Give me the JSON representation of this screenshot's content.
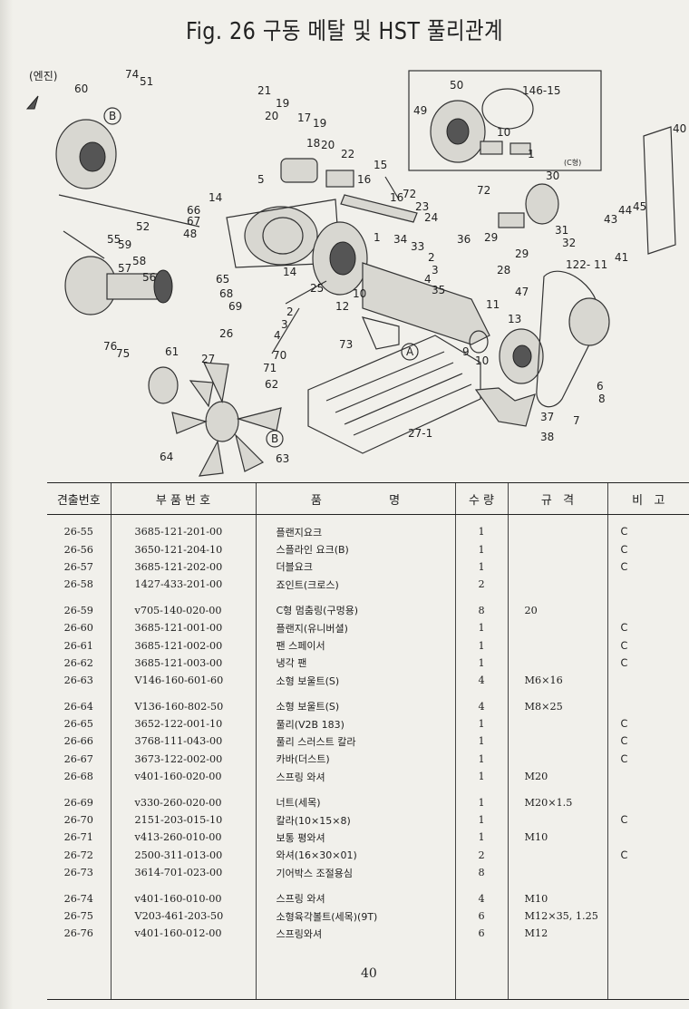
{
  "page": {
    "title": "Fig. 26  구동 메탈 및 HST 풀리관계",
    "page_number": "40"
  },
  "diagram": {
    "labels": {
      "engine": "(엔진)",
      "n60": "60",
      "n74": "74",
      "n51": "51",
      "B1": "B",
      "n21": "21",
      "n19a": "19",
      "n20a": "20",
      "n17": "17",
      "n19b": "19",
      "n18": "18",
      "n20b": "20",
      "n22": "22",
      "n15": "15",
      "n16a": "16",
      "n16b": "16",
      "n72a": "72",
      "n23": "23",
      "n24": "24",
      "n5": "5",
      "n14a": "14",
      "n66": "66",
      "n67": "67",
      "n48": "48",
      "n14b": "14",
      "n52": "52",
      "n55": "55",
      "n59": "59",
      "n57": "57",
      "n58": "58",
      "n56": "56",
      "n65": "65",
      "n68": "68",
      "n69": "69",
      "n25": "25",
      "n12": "12",
      "n10a": "10",
      "n1a": "1",
      "n34": "34",
      "n33": "33",
      "n2a": "2",
      "n3a": "3",
      "n4a": "4",
      "n35": "35",
      "n36": "36",
      "n76": "76",
      "n75": "75",
      "n2b": "2",
      "n3b": "3",
      "n4b": "4",
      "n26": "26",
      "n73": "73",
      "n61": "61",
      "n27": "27",
      "n70": "70",
      "n71": "71",
      "n62": "62",
      "A": "A",
      "n9": "9",
      "n10b": "10",
      "n11": "11",
      "n13": "13",
      "n50": "50",
      "n146_15": "146-15",
      "n49": "49",
      "n10c": "10",
      "n1b": "1",
      "cbox": "(C형)",
      "n30": "30",
      "n72b": "72",
      "n29a": "29",
      "n29b": "29",
      "n31": "31",
      "n32": "32",
      "n28": "28",
      "n43": "43",
      "n44": "44",
      "n45": "45",
      "n40": "40",
      "n41": "41",
      "n122_11": "122- 11",
      "n47": "47",
      "n6": "6",
      "n8": "8",
      "n7": "7",
      "n37": "37",
      "n38": "38",
      "n27_1": "27-1",
      "B2": "B",
      "n64": "64",
      "n63": "63"
    }
  },
  "table": {
    "headers": [
      "견출번호",
      "부 품 번 호",
      "품                  명",
      "수 량",
      "규   격",
      "비   고"
    ],
    "rows": [
      {
        "no": "26-55",
        "part": "3685-121-201-00",
        "name": "플랜지요크",
        "qty": "1",
        "spec": "",
        "remark": "C"
      },
      {
        "no": "26-56",
        "part": "3650-121-204-10",
        "name": "스플라인 요크(B)",
        "qty": "1",
        "spec": "",
        "remark": "C"
      },
      {
        "no": "26-57",
        "part": "3685-121-202-00",
        "name": "더블요크",
        "qty": "1",
        "spec": "",
        "remark": "C"
      },
      {
        "no": "26-58",
        "part": "1427-433-201-00",
        "name": "죠인트(크로스)",
        "qty": "2",
        "spec": "",
        "remark": ""
      },
      {
        "no": "26-59",
        "part": "v705-140-020-00",
        "name": "C형 멈춤링(구멍용)",
        "qty": "8",
        "spec": "20",
        "remark": ""
      },
      {
        "no": "26-60",
        "part": "3685-121-001-00",
        "name": "플랜지(유니버셜)",
        "qty": "1",
        "spec": "",
        "remark": "C"
      },
      {
        "no": "26-61",
        "part": "3685-121-002-00",
        "name": "팬 스페이서",
        "qty": "1",
        "spec": "",
        "remark": "C"
      },
      {
        "no": "26-62",
        "part": "3685-121-003-00",
        "name": "냉각 팬",
        "qty": "1",
        "spec": "",
        "remark": "C"
      },
      {
        "no": "26-63",
        "part": "V146-160-601-60",
        "name": "소형 보울트(S)",
        "qty": "4",
        "spec": "M6×16",
        "remark": ""
      },
      {
        "no": "26-64",
        "part": "V136-160-802-50",
        "name": "소형 보울트(S)",
        "qty": "4",
        "spec": "M8×25",
        "remark": ""
      },
      {
        "no": "26-65",
        "part": "3652-122-001-10",
        "name": "풀리(V2B 183)",
        "qty": "1",
        "spec": "",
        "remark": "C"
      },
      {
        "no": "26-66",
        "part": "3768-111-043-00",
        "name": "풀리 스러스트 칼라",
        "qty": "1",
        "spec": "",
        "remark": "C"
      },
      {
        "no": "26-67",
        "part": "3673-122-002-00",
        "name": "카바(더스트)",
        "qty": "1",
        "spec": "",
        "remark": "C"
      },
      {
        "no": "26-68",
        "part": "v401-160-020-00",
        "name": "스프링 와셔",
        "qty": "1",
        "spec": "M20",
        "remark": ""
      },
      {
        "no": "26-69",
        "part": "v330-260-020-00",
        "name": "너트(세목)",
        "qty": "1",
        "spec": "M20×1.5",
        "remark": ""
      },
      {
        "no": "26-70",
        "part": "2151-203-015-10",
        "name": "칼라(10×15×8)",
        "qty": "1",
        "spec": "",
        "remark": "C"
      },
      {
        "no": "26-71",
        "part": "v413-260-010-00",
        "name": "보통 평와셔",
        "qty": "1",
        "spec": "M10",
        "remark": ""
      },
      {
        "no": "26-72",
        "part": "2500-311-013-00",
        "name": "와셔(16×30×01)",
        "qty": "2",
        "spec": "",
        "remark": "C"
      },
      {
        "no": "26-73",
        "part": "3614-701-023-00",
        "name": "기어박스 조절용심",
        "qty": "8",
        "spec": "",
        "remark": ""
      },
      {
        "no": "26-74",
        "part": "v401-160-010-00",
        "name": "스프링 와셔",
        "qty": "4",
        "spec": "M10",
        "remark": ""
      },
      {
        "no": "26-75",
        "part": "V203-461-203-50",
        "name": "소형육각볼트(세목)(9T)",
        "qty": "6",
        "spec": "M12×35, 1.25",
        "remark": ""
      },
      {
        "no": "26-76",
        "part": "v401-160-012-00",
        "name": "스프링와셔",
        "qty": "6",
        "spec": "M12",
        "remark": ""
      }
    ]
  }
}
